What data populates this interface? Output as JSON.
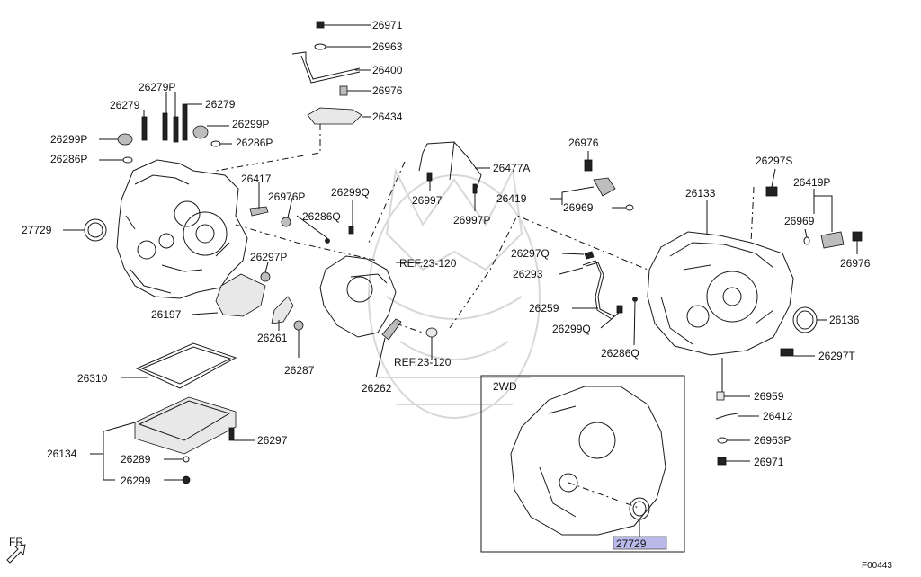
{
  "labels": {
    "p26971_top": "26971",
    "p26963": "26963",
    "p26400": "26400",
    "p26976_top": "26976",
    "p26434": "26434",
    "p26279P": "26279P",
    "p26279_left": "26279",
    "p26279_right": "26279",
    "p26299P_right": "26299P",
    "p26299P_left": "26299P",
    "p26286P_right": "26286P",
    "p26286P_left": "26286P",
    "p26417": "26417",
    "p26976P": "26976P",
    "p26299Q": "26299Q",
    "p26286Q_mid": "26286Q",
    "p27729_left": "27729",
    "p26297P": "26297P",
    "p26197": "26197",
    "p26261": "26261",
    "p26287": "26287",
    "p26310": "26310",
    "p26134": "26134",
    "p26297": "26297",
    "p26289": "26289",
    "p26299": "26299",
    "p26477A": "26477A",
    "p26997": "26997",
    "p26997P": "26997P",
    "p26976_mid": "26976",
    "p26419": "26419",
    "p26969_mid": "26969",
    "ref_upper": "REF.23-120",
    "ref_lower": "REF.23-120",
    "p26297Q": "26297Q",
    "p26293": "26293",
    "p26259": "26259",
    "p26299Q_mid": "26299Q",
    "p26286Q_right": "26286Q",
    "p26262": "26262",
    "p26133": "26133",
    "p26297S": "26297S",
    "p26419P": "26419P",
    "p26969_right": "26969",
    "p26976_right": "26976",
    "p26136": "26136",
    "p26297T": "26297T",
    "p26959": "26959",
    "p26412": "26412",
    "p26963P": "26963P",
    "p26971_bottom": "26971",
    "inset_title": "2WD",
    "p27729_inset": "27729",
    "fr_label": "FR",
    "figure_code": "F00443"
  },
  "colors": {
    "highlight": "#b9b9ea",
    "ink": "#111111",
    "watermark": "#d8d8d8"
  }
}
